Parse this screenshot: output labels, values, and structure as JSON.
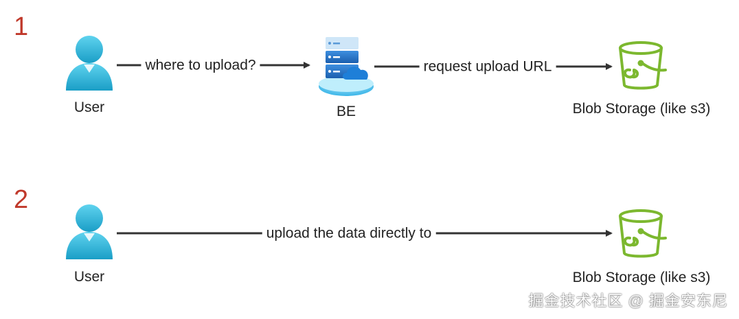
{
  "steps": [
    {
      "number": "1",
      "nodes": {
        "user": "User",
        "be": "BE",
        "storage": "Blob Storage (like s3)"
      },
      "edges": {
        "user_to_be": "where to upload?",
        "be_to_storage": "request upload URL"
      }
    },
    {
      "number": "2",
      "nodes": {
        "user": "User",
        "storage": "Blob Storage (like s3)"
      },
      "edges": {
        "user_to_storage": "upload the data directly to"
      }
    }
  ],
  "watermark": "掘金技术社区 @ 掘金安东尼",
  "colors": {
    "step_number": "#c0392b",
    "user_icon": "#29b6d8",
    "storage_icon": "#7cb82f",
    "arrow": "#333333",
    "server_icon": "#2f7fd6"
  },
  "icons": {
    "user": "user-icon",
    "be": "server-cloud-icon",
    "storage": "bucket-icon"
  }
}
